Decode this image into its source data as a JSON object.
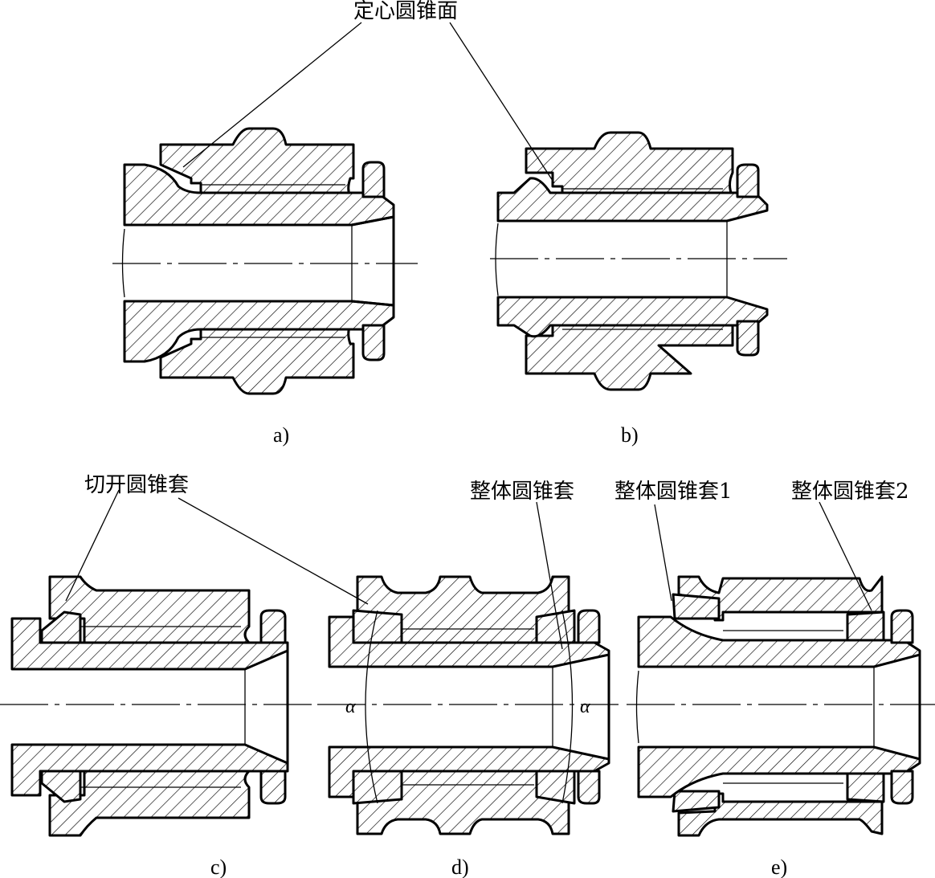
{
  "labels": {
    "centering_cone": "定心圆锥面",
    "split_cone_sleeve": "切开圆锥套",
    "solid_cone_sleeve": "整体圆锥套",
    "solid_cone_sleeve_1": "整体圆锥套1",
    "solid_cone_sleeve_2": "整体圆锥套2",
    "alpha": "α"
  },
  "captions": {
    "a": "a)",
    "b": "b)",
    "c": "c)",
    "d": "d)",
    "e": "e)"
  }
}
